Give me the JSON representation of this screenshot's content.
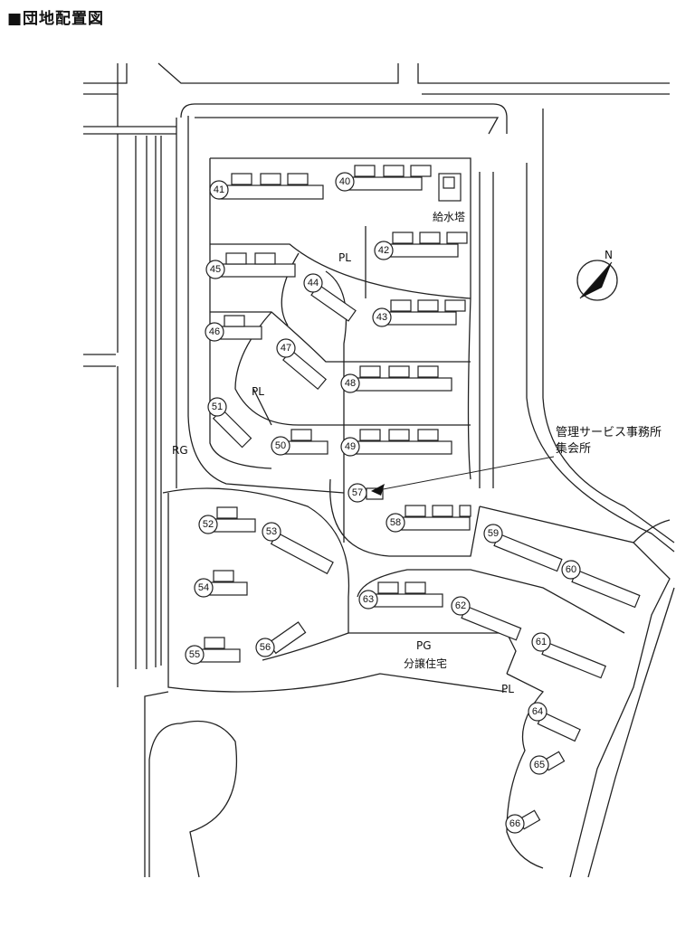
{
  "title": "■団地配置図",
  "north_label": "N",
  "areas": {
    "pl_top": "PL",
    "pl_mid": "PL",
    "pl_bottom": "PL",
    "rg": "RG",
    "pg": "PG",
    "bunjo": "分譲住宅",
    "water_tower": "給水塔"
  },
  "facility": {
    "line1": "管理サービス事務所",
    "line2": "集会所"
  },
  "buildings": [
    "41",
    "40",
    "42",
    "45",
    "44",
    "43",
    "46",
    "47",
    "48",
    "51",
    "50",
    "49",
    "57",
    "58",
    "59",
    "60",
    "52",
    "53",
    "54",
    "63",
    "62",
    "61",
    "55",
    "56",
    "64",
    "65",
    "66"
  ]
}
